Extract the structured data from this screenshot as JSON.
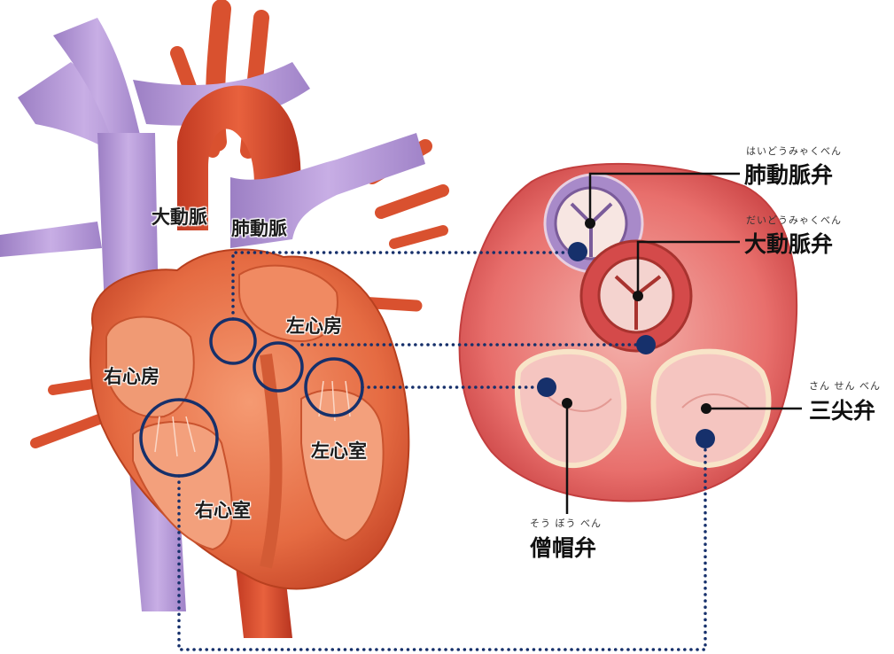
{
  "heart_labels": {
    "aorta": "大動脈",
    "pulmonary_artery": "肺動脈",
    "left_atrium": "左心房",
    "right_atrium": "右心房",
    "left_ventricle": "左心室",
    "right_ventricle": "右心室"
  },
  "valve_labels": {
    "pulmonary_valve": {
      "name": "肺動脈弁",
      "reading": "はいどうみゃくべん"
    },
    "aortic_valve": {
      "name": "大動脈弁",
      "reading": "だいどうみゃくべん"
    },
    "tricuspid_valve": {
      "name": "三尖弁",
      "reading": "さん せん べん"
    },
    "mitral_valve": {
      "name": "僧帽弁",
      "reading": "そう ぼう べん"
    }
  },
  "colors": {
    "marker_navy": "#16306b",
    "vein_purple": "#b79ad6",
    "artery_red": "#d8462a",
    "muscle_orange": "#e8774f",
    "valve_pink": "#f2b4b0"
  }
}
